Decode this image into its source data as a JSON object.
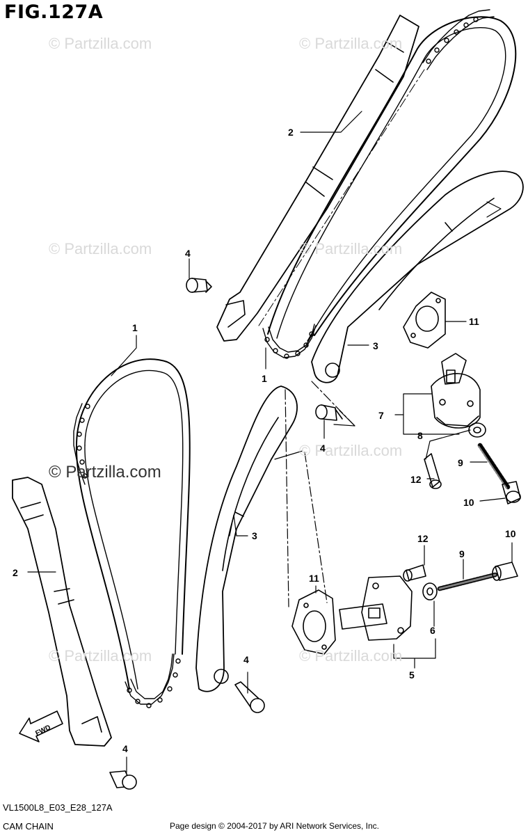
{
  "figure": {
    "title": "FIG.127A"
  },
  "watermark": "© Partzilla.com",
  "callouts": {
    "c1a": "1",
    "c1b": "1",
    "c2a": "2",
    "c2b": "2",
    "c3a": "3",
    "c3b": "3",
    "c4a": "4",
    "c4b": "4",
    "c4c": "4",
    "c4d": "4",
    "c5": "5",
    "c6": "6",
    "c7": "7",
    "c8": "8",
    "c9a": "9",
    "c9b": "9",
    "c10a": "10",
    "c10b": "10",
    "c11a": "11",
    "c11b": "11",
    "c12a": "12",
    "c12b": "12"
  },
  "direction_arrow": "FWD",
  "footer": {
    "model_code": "VL1500L8_E03_E28_127A",
    "section_name": "CAM CHAIN",
    "credit": "Page design © 2004-2017 by ARI Network Services, Inc."
  }
}
